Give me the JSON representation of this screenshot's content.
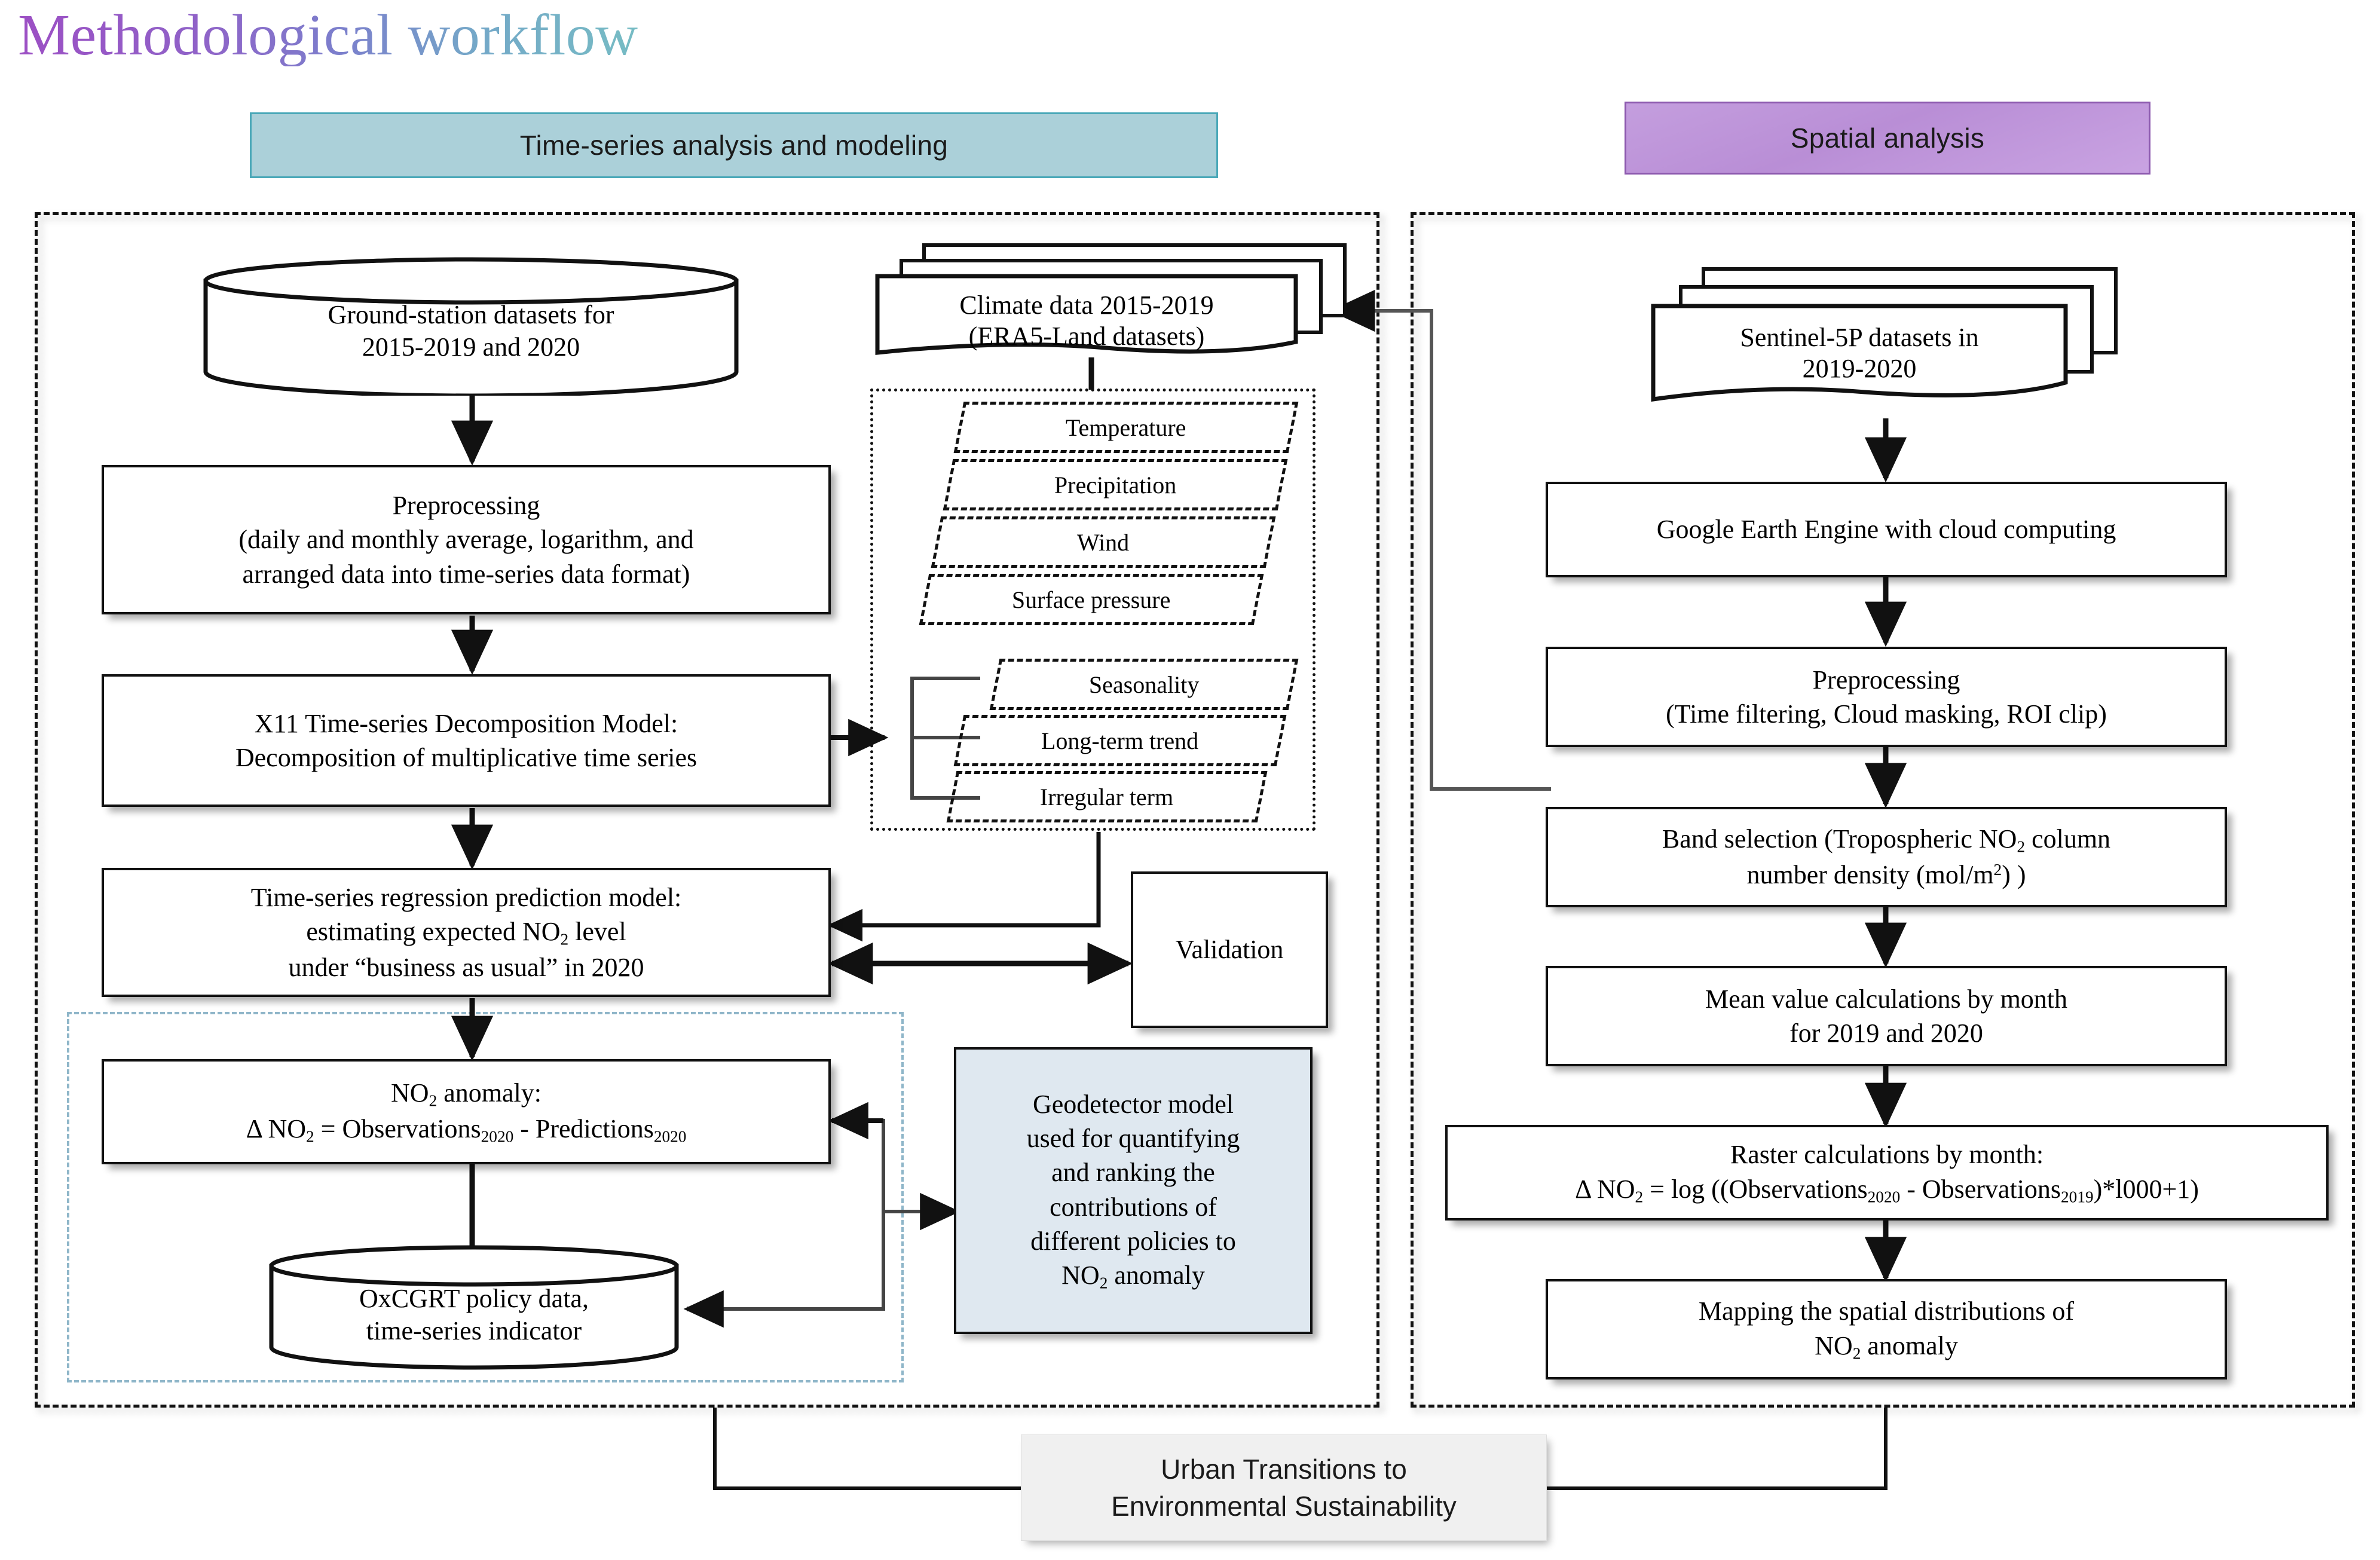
{
  "page": {
    "title": "Methodological workflow"
  },
  "banners": {
    "time_series": "Time-series analysis and modeling",
    "spatial": "Spatial analysis",
    "time_series_fill": "#abd0d9",
    "time_series_border": "#4aa8b8",
    "spatial_fill": "#c49ede",
    "spatial_border": "#8d5aaf"
  },
  "left_column": {
    "ground_station": {
      "line1": "Ground-station datasets for",
      "line2": "2015-2019  and 2020"
    },
    "preprocessing": {
      "line1": "Preprocessing",
      "line2": "(daily and monthly average, logarithm, and",
      "line3": "arranged data into time-series data format)"
    },
    "x11_model": {
      "line1": "X11 Time-series  Decomposition Model:",
      "line2": "Decomposition of multiplicative  time series"
    },
    "regression": {
      "line1": "Time-series  regression prediction model:",
      "line2_a": "estimating expected NO",
      "line2_sub": "2",
      "line2_b": " level",
      "line3": "under “business as usual”  in 2020"
    },
    "anomaly": {
      "line1_a": "NO",
      "line1_sub": "2",
      "line1_b": " anomaly:",
      "line2_a": "Δ NO",
      "line2_sub": "2",
      "line2_b": " = Observations",
      "line2_sub2": "2020",
      "line2_c": " - Predictions",
      "line2_sub3": "2020"
    },
    "policy_data": {
      "line1": "OxCGRT policy data,",
      "line2": "time-series indicator"
    },
    "validation": "Validation",
    "geodetector": {
      "line1": "Geodetector model",
      "line2": "used for quantifying",
      "line3": "and ranking the",
      "line4": "contributions of",
      "line5": "different policies to",
      "line6_a": "NO",
      "line6_sub": "2",
      "line6_b": " anomaly"
    },
    "climate_data": {
      "line1": "Climate data 2015-2019",
      "line2": "(ERA5-Land datasets)"
    },
    "climate_variables": [
      "Temperature",
      "Precipitation",
      "Wind",
      "Surface pressure"
    ],
    "decomposition_terms": [
      "Seasonality",
      "Long-term trend",
      "Irregular term"
    ]
  },
  "right_column": {
    "sentinel": {
      "line1": "Sentinel-5P datasets in",
      "line2": "2019-2020"
    },
    "gee": "Google Earth Engine with cloud computing",
    "preprocessing": {
      "line1": "Preprocessing",
      "line2": "(Time filtering,  Cloud masking, ROI clip)"
    },
    "band_selection": {
      "line1_a": "Band selection (Tropospheric NO",
      "line1_sub": "2",
      "line1_b": " column",
      "line2_a": "number density (mol/m",
      "line2_sup": "2",
      "line2_b": ") )"
    },
    "mean_value": {
      "line1": "Mean value calculations by month",
      "line2": "for 2019 and 2020"
    },
    "raster": {
      "line1": "Raster calculations  by month:",
      "line2_a": "Δ NO",
      "line2_sub": "2",
      "line2_b": " = log ((Observations",
      "line2_sub2": "2020",
      "line2_c": " - Observations",
      "line2_sub3": "2019",
      "line2_d": ")*l000+1)"
    },
    "mapping": {
      "line1": "Mapping the spatial distributions of",
      "line2_a": "NO",
      "line2_sub": "2",
      "line2_b": " anomaly"
    }
  },
  "footer": {
    "line1": "Urban Transitions to",
    "line2": "Environmental Sustainability",
    "fill": "#f0f0f0"
  }
}
